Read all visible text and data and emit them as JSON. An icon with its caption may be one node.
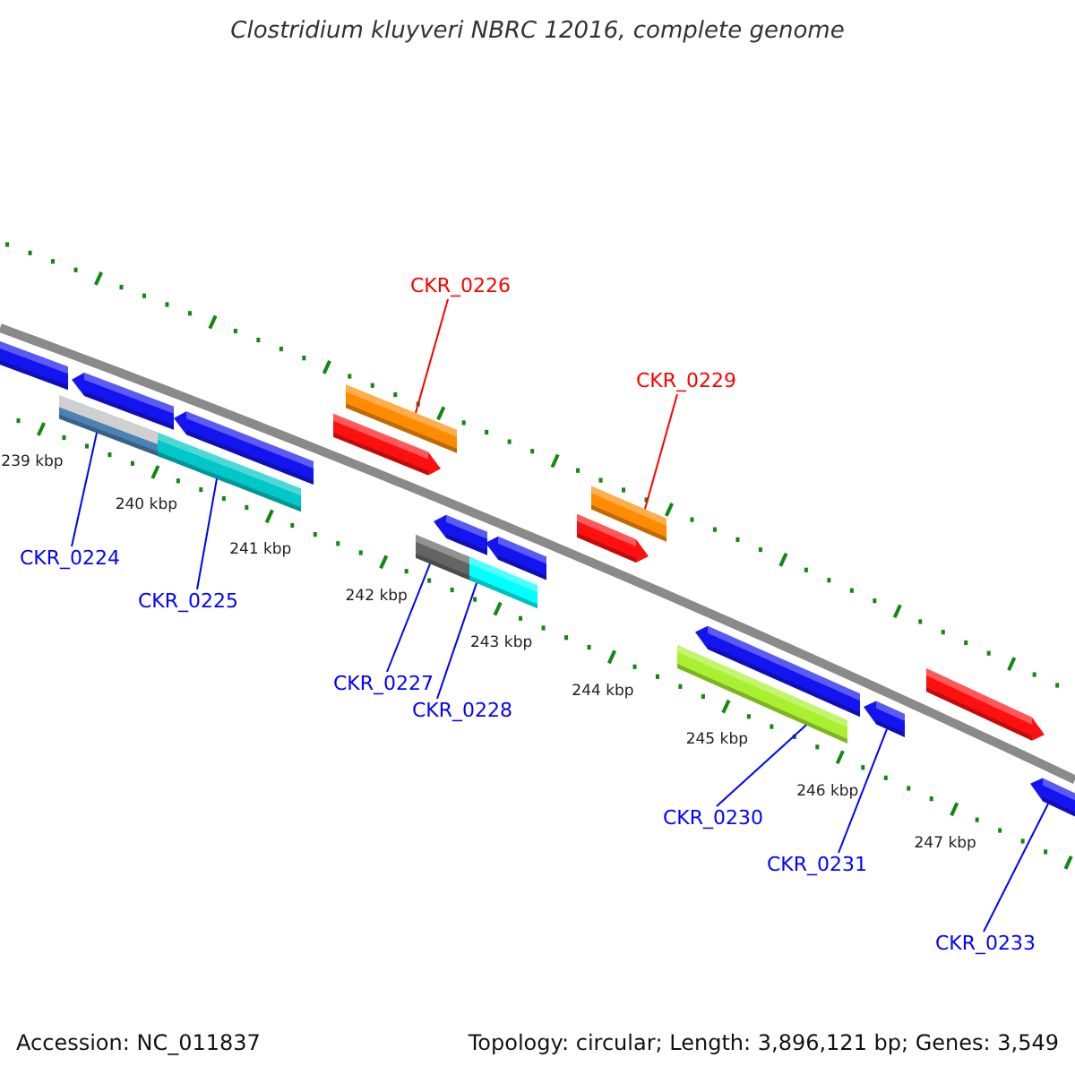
{
  "diagram": {
    "title": "Clostridium kluyveri NBRC 12016, complete genome",
    "nodes": [
      {
        "text": [
          "CKR_0226"
        ]
      },
      {
        "text": [
          "CKR_0229"
        ]
      },
      {
        "text": [
          "CKR_0224"
        ]
      },
      {
        "text": [
          "CKR_0225"
        ]
      },
      {
        "text": [
          "CKR_0227"
        ]
      },
      {
        "text": [
          "CKR_0228"
        ]
      },
      {
        "text": [
          "CKR_0230"
        ]
      },
      {
        "text": [
          "CKR_0231"
        ]
      },
      {
        "text": [
          "CKR_0233"
        ]
      },
      {
        "text": [],
        "shape": "bar"
      },
      {
        "text": [],
        "shape": "bar"
      },
      {
        "text": [],
        "shape": "bar"
      },
      {
        "text": [],
        "shape": "bar"
      },
      {
        "text": [],
        "shape": "bar"
      },
      {
        "text": [],
        "shape": "bar"
      },
      {
        "text": [],
        "shape": "bar"
      },
      {
        "text": [],
        "shape": "bar"
      },
      {
        "text": [],
        "shape": "bar"
      },
      {
        "text": [],
        "shape": "bar"
      },
      {
        "text": [],
        "shape": "bar"
      },
      {
        "text": [],
        "shape": "bar"
      },
      {
        "text": [],
        "shape": "bar"
      },
      {
        "text": [],
        "shape": "bar"
      },
      {
        "text": [],
        "shape": "bar"
      },
      {
        "text": [],
        "shape": "bar"
      },
      {
        "text": [],
        "shape": "bar"
      },
      {
        "text": [],
        "shape": "bar"
      }
    ],
    "edges": [
      {
        "from": 0,
        "to": 15,
        "arrow": "none",
        "color": "#ff0000"
      },
      {
        "from": 1,
        "to": 21,
        "arrow": "none",
        "color": "#ff0000"
      },
      {
        "from": 2,
        "to": 10,
        "arrow": "none"
      },
      {
        "from": 3,
        "to": 12,
        "arrow": "none"
      },
      {
        "from": 4,
        "to": 16,
        "arrow": "none"
      },
      {
        "from": 5,
        "to": 18,
        "arrow": "none"
      },
      {
        "from": 6,
        "to": 22,
        "arrow": "none"
      },
      {
        "from": 7,
        "to": 24,
        "arrow": "none"
      },
      {
        "from": 8,
        "to": 26,
        "arrow": "none"
      }
    ],
    "labels": [
      "239 kbp",
      "240 kbp",
      "241 kbp",
      "242 kbp",
      "243 kbp",
      "244 kbp",
      "245 kbp",
      "246 kbp",
      "247 kbp",
      "Accession: NC_011837",
      "Topology: circular; Length: 3,896,121 bp; Genes: 3,549"
    ]
  }
}
